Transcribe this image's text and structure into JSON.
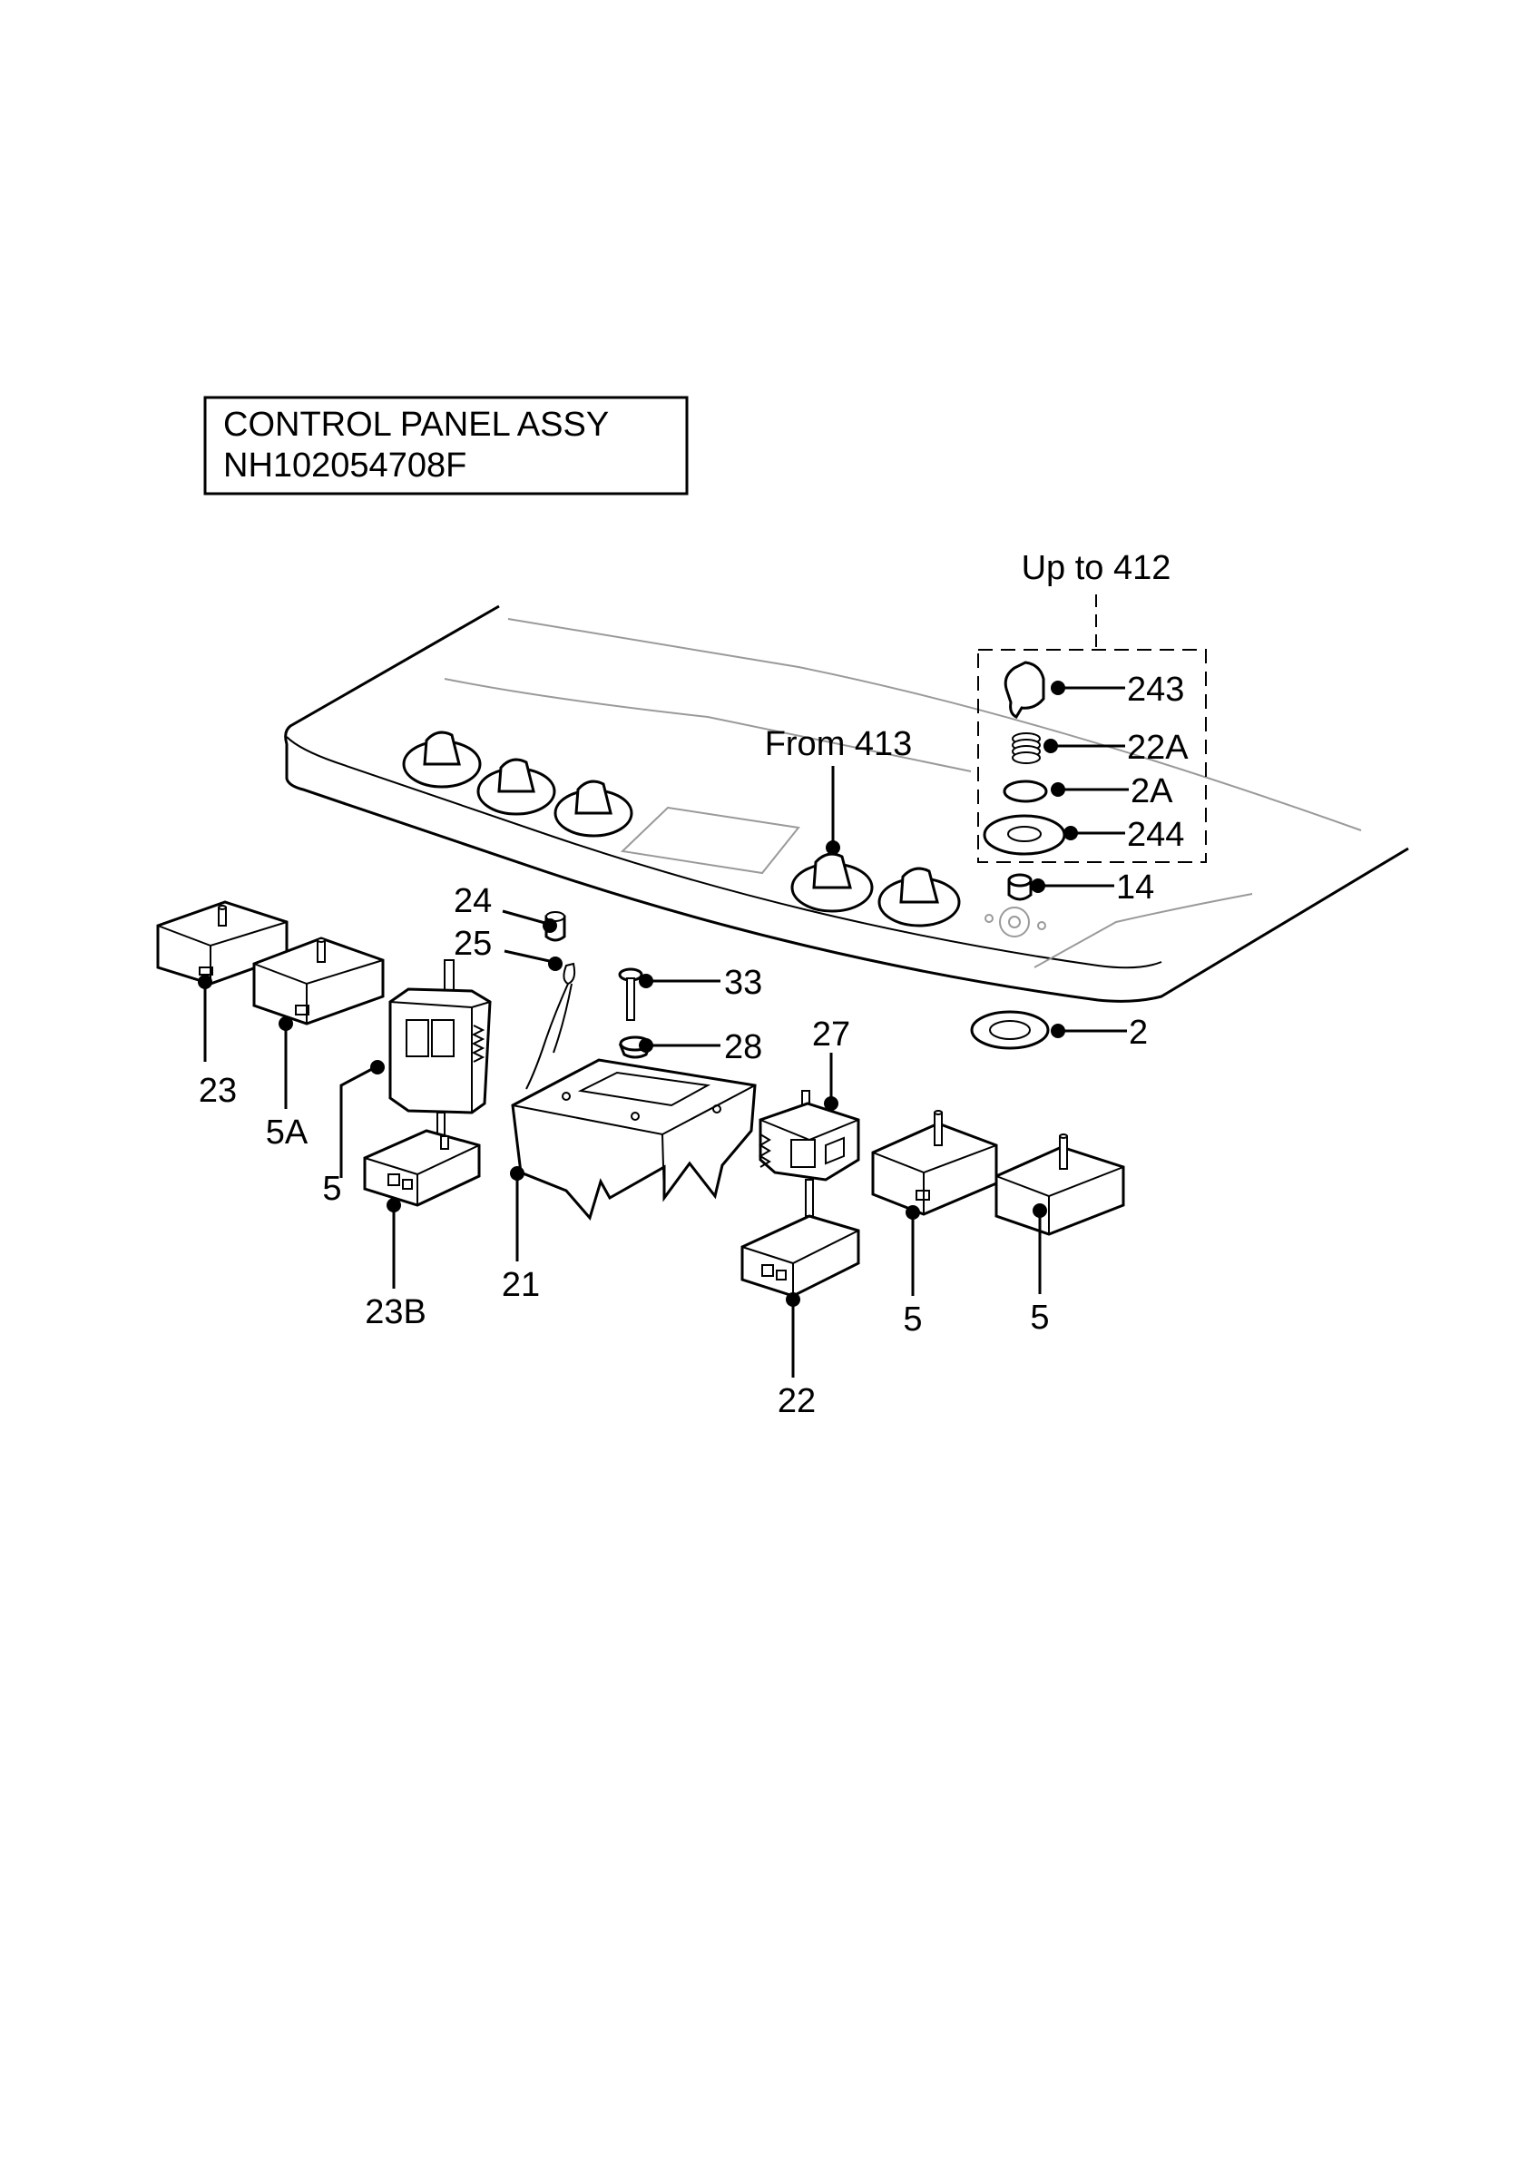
{
  "title_box": {
    "line1": "CONTROL PANEL  ASSY",
    "line2": "NH102054708F"
  },
  "notes": {
    "up_to": "Up to 412",
    "from": "From 413"
  },
  "callouts": [
    {
      "id": "243",
      "label": "243"
    },
    {
      "id": "22A",
      "label": "22A"
    },
    {
      "id": "2A",
      "label": "2A"
    },
    {
      "id": "244",
      "label": "244"
    },
    {
      "id": "14",
      "label": "14"
    },
    {
      "id": "2",
      "label": "2"
    },
    {
      "id": "24",
      "label": "24"
    },
    {
      "id": "25",
      "label": "25"
    },
    {
      "id": "33",
      "label": "33"
    },
    {
      "id": "28",
      "label": "28"
    },
    {
      "id": "23",
      "label": "23"
    },
    {
      "id": "5A",
      "label": "5A"
    },
    {
      "id": "5-left",
      "label": "5"
    },
    {
      "id": "23B",
      "label": "23B"
    },
    {
      "id": "21",
      "label": "21"
    },
    {
      "id": "27",
      "label": "27"
    },
    {
      "id": "22",
      "label": "22"
    },
    {
      "id": "5-mid",
      "label": "5"
    },
    {
      "id": "5-right",
      "label": "5"
    }
  ]
}
